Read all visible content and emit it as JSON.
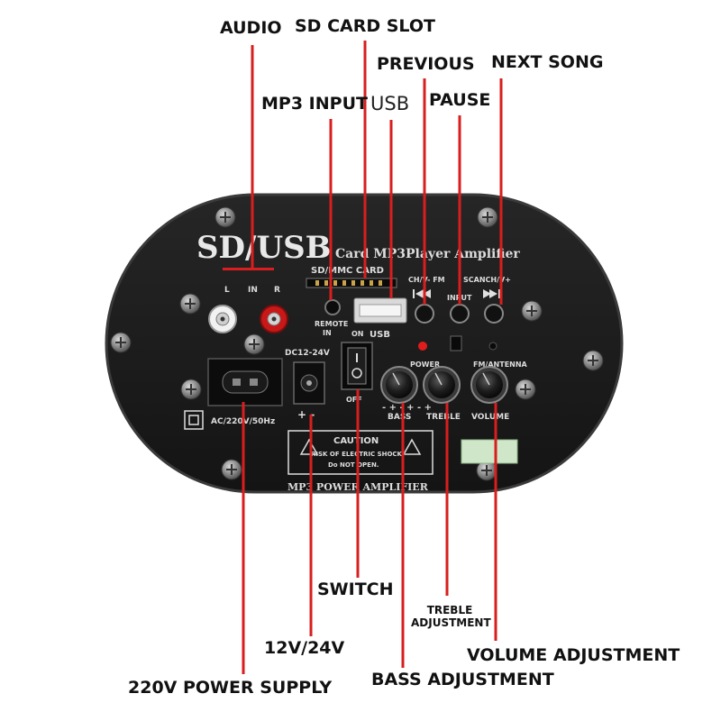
{
  "callouts": {
    "audio": "AUDIO",
    "sd_card_slot": "SD CARD SLOT",
    "previous": "PREVIOUS",
    "next_song": "NEXT SONG",
    "mp3_input": "MP3 INPUT",
    "usb": "USB",
    "pause": "PAUSE",
    "switch": "SWITCH",
    "treble_line1": "TREBLE",
    "treble_line2": "ADJUSTMENT",
    "v12_24": "12V/24V",
    "volume_adjustment": "VOLUME ADJUSTMENT",
    "bass_adjustment": "BASS ADJUSTMENT",
    "power_supply": "220V POWER SUPPLY"
  },
  "panel": {
    "brand": "SD/USB",
    "subtitle": "Card MP3Player Amplifier",
    "sd_mmc": "SD/MMC CARD",
    "in_left": "L",
    "in_mid": "IN",
    "in_right": "R",
    "remote": "REMOTE",
    "remote_in": "IN",
    "on": "ON",
    "usb_label": "USB",
    "ch_minus": "CH/V- FM",
    "ch_plus": "SCANCH/V+",
    "pause_input": "INPUT",
    "dc": "DC12-24V",
    "power": "POWER",
    "fm_antenna": "FM/ANTENNA",
    "off": "OFF",
    "bass": "BASS",
    "treble": "TREBLE",
    "volume": "VOLUME",
    "ac": "AC/220V/50Hz",
    "caution": "CAUTION",
    "caution_line1": "RISK OF ELECTRIC SHOCK",
    "caution_line2": "Do NOT OPEN.",
    "footer": "MP3 POWER AMPLIFIER"
  },
  "colors": {
    "leader": "#d81e1e",
    "panel": "#1c1c1c",
    "panel_edge": "#3a3a3a",
    "panel_text": "#e6e6e6"
  }
}
